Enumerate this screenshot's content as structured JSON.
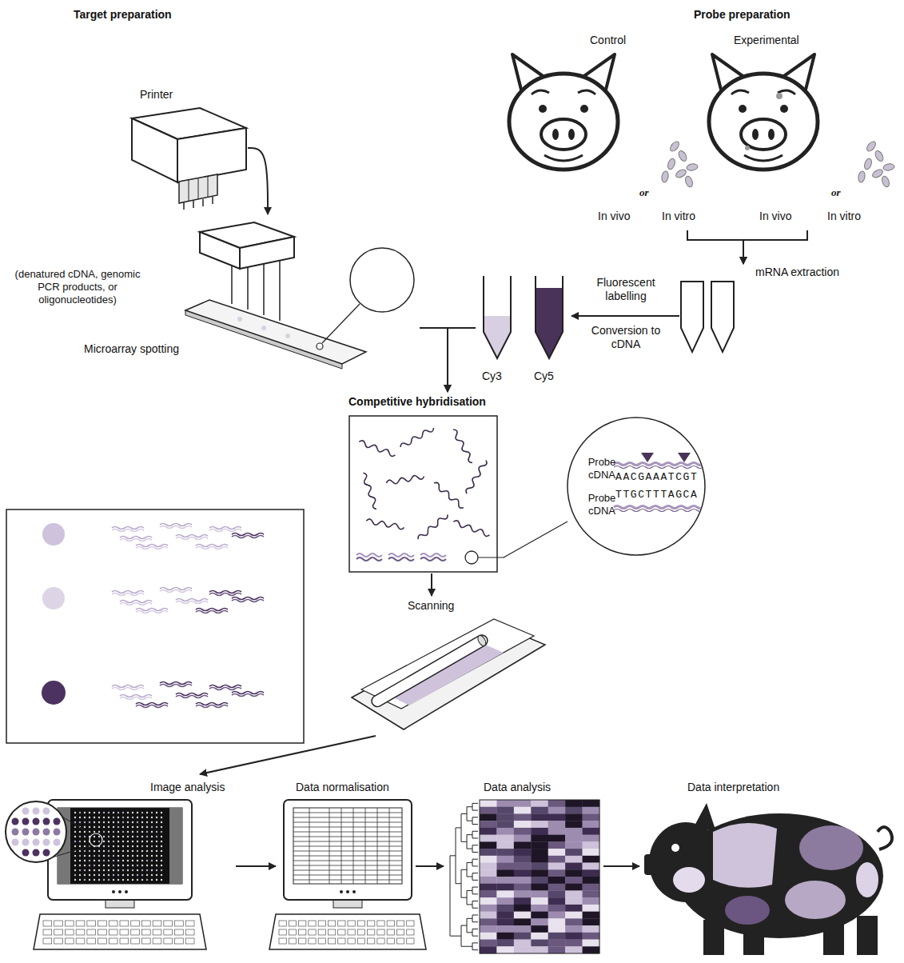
{
  "diagram": {
    "nodes": [
      {
        "text": [
          "Printer"
        ]
      },
      {
        "text": [
          "Microarray spotting"
        ]
      },
      {
        "text": [
          "Control",
          "or",
          "In vivo",
          "In vitro"
        ]
      },
      {
        "text": [
          "Experimental",
          "or",
          "In vivo",
          "In vitro"
        ]
      },
      {
        "text": [
          "mRNA extraction"
        ]
      },
      {
        "text": [
          "Cy3",
          "Cy5"
        ]
      },
      {
        "text": [
          "Competitive hybridisation"
        ]
      },
      {
        "text": [
          "Probe cDNA",
          "AACGAAATCGT",
          "Probe cDNA",
          "TTGCTTTAGCA"
        ]
      },
      {
        "text": [
          "Scanning"
        ]
      },
      {
        "text": [
          "Image analysis"
        ]
      },
      {
        "text": [
          "Data normalisation"
        ]
      },
      {
        "text": [
          "Data analysis"
        ]
      },
      {
        "text": [
          "Data interpretation"
        ]
      }
    ],
    "edges": [
      {
        "from": 0,
        "to": 1,
        "arrow": "to"
      },
      {
        "from": 2,
        "to": 4,
        "arrow": "to"
      },
      {
        "from": 3,
        "to": 4,
        "arrow": "to"
      },
      {
        "from": 4,
        "to": 5,
        "arrow": "to"
      },
      {
        "from": 1,
        "to": 6,
        "arrow": "to"
      },
      {
        "from": 5,
        "to": 6,
        "arrow": "to"
      },
      {
        "from": 6,
        "to": 7,
        "arrow": "none"
      },
      {
        "from": 6,
        "to": 8,
        "arrow": "to"
      },
      {
        "from": 8,
        "to": 9,
        "arrow": "to"
      },
      {
        "from": 9,
        "to": 10,
        "arrow": "to"
      },
      {
        "from": 10,
        "to": 11,
        "arrow": "to"
      },
      {
        "from": 11,
        "to": 12,
        "arrow": "to"
      }
    ],
    "labels": [
      "Target preparation",
      "Probe preparation",
      "(denatured cDNA, genomic PCR products, or oligonucleotides)",
      "Fluorescent labelling",
      "Conversion to cDNA"
    ]
  }
}
